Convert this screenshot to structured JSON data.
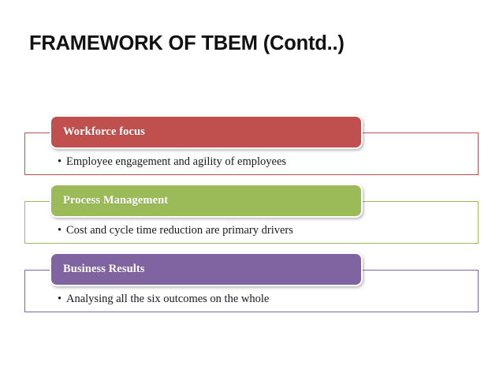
{
  "slide": {
    "title": "FRAMEWORK OF TBEM (Contd..)",
    "background_color": "#FFFFFF",
    "title_color": "#111111"
  },
  "groups": [
    {
      "header_label": "Workforce focus",
      "bullet_marker": "•",
      "bullet_text": "Employee engagement and agility of employees",
      "accent_color": "#C0504D",
      "header_text_color": "#FFFFFF",
      "body_text_color": "#1A1A1A"
    },
    {
      "header_label": "Process Management",
      "bullet_marker": "•",
      "bullet_text": "Cost and cycle time reduction are primary drivers",
      "accent_color": "#9BBB59",
      "header_text_color": "#FFFFFF",
      "body_text_color": "#1A1A1A"
    },
    {
      "header_label": "Business Results",
      "bullet_marker": "•",
      "bullet_text": "Analysing all the six outcomes on the whole",
      "accent_color": "#8064A2",
      "header_text_color": "#FFFFFF",
      "body_text_color": "#1A1A1A"
    }
  ]
}
